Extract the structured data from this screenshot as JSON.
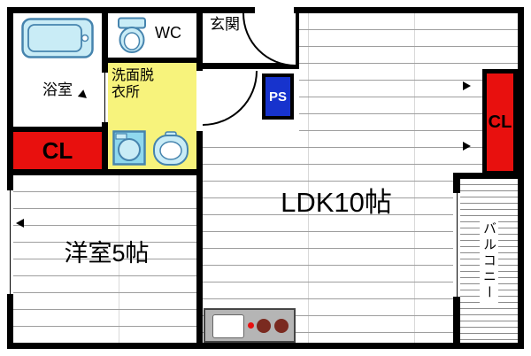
{
  "plan": {
    "rooms": {
      "bathroom": "浴室",
      "wc": "WC",
      "entrance": "玄関",
      "washroom_line1": "洗面脱",
      "washroom_line2": "衣所",
      "pipe_space": "PS",
      "closet_left": "CL",
      "closet_right": "CL",
      "ldk": "LDK10帖",
      "western_room": "洋室5帖",
      "balcony": "バルコニー"
    },
    "colors": {
      "wall_black": "#000000",
      "closet_red": "#e8100e",
      "ps_blue": "#1733cd",
      "washroom_yellow": "#f7f37c",
      "fixture_fill": "#c9ecf6",
      "fixture_stroke": "#4684ae",
      "washer_fill": "#8fd8ee",
      "counter_gray": "#b5b5b5",
      "burner_brown": "#7a2a20",
      "burner_dot_red": "#e81010",
      "floor_line": "#9e9e9e"
    },
    "icons": [
      "bathtub-icon",
      "toilet-icon",
      "washing-machine-icon",
      "wash-basin-icon",
      "entrance-door-arc-icon",
      "interior-door-arc-icon",
      "kitchen-sink-icon",
      "stove-burner-icon",
      "window-icon",
      "direction-arrow-icon"
    ]
  }
}
